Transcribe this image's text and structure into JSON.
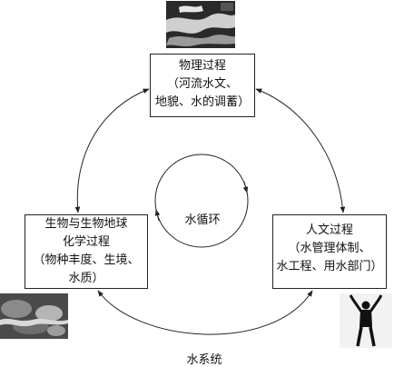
{
  "physical": {
    "title": "物理过程",
    "detail_1": "（河流水文、",
    "detail_2": "地貌、水的调蓄）"
  },
  "biological": {
    "title_1": "生物与生物地球",
    "title_2": "化学过程",
    "detail_1": "（物种丰度、生境、",
    "detail_2": "水质）"
  },
  "human": {
    "title": "人文过程",
    "detail_1": "（水管理体制、",
    "detail_2": "水工程、用水部门）"
  },
  "center_label": "水循环",
  "system_label": "水系统",
  "photos": {
    "top": "river-rapids-photo",
    "left": "rocks-stream-photo",
    "right": "person-raising-arms-photo"
  },
  "colors": {
    "line": "#222222",
    "background": "#ffffff"
  }
}
